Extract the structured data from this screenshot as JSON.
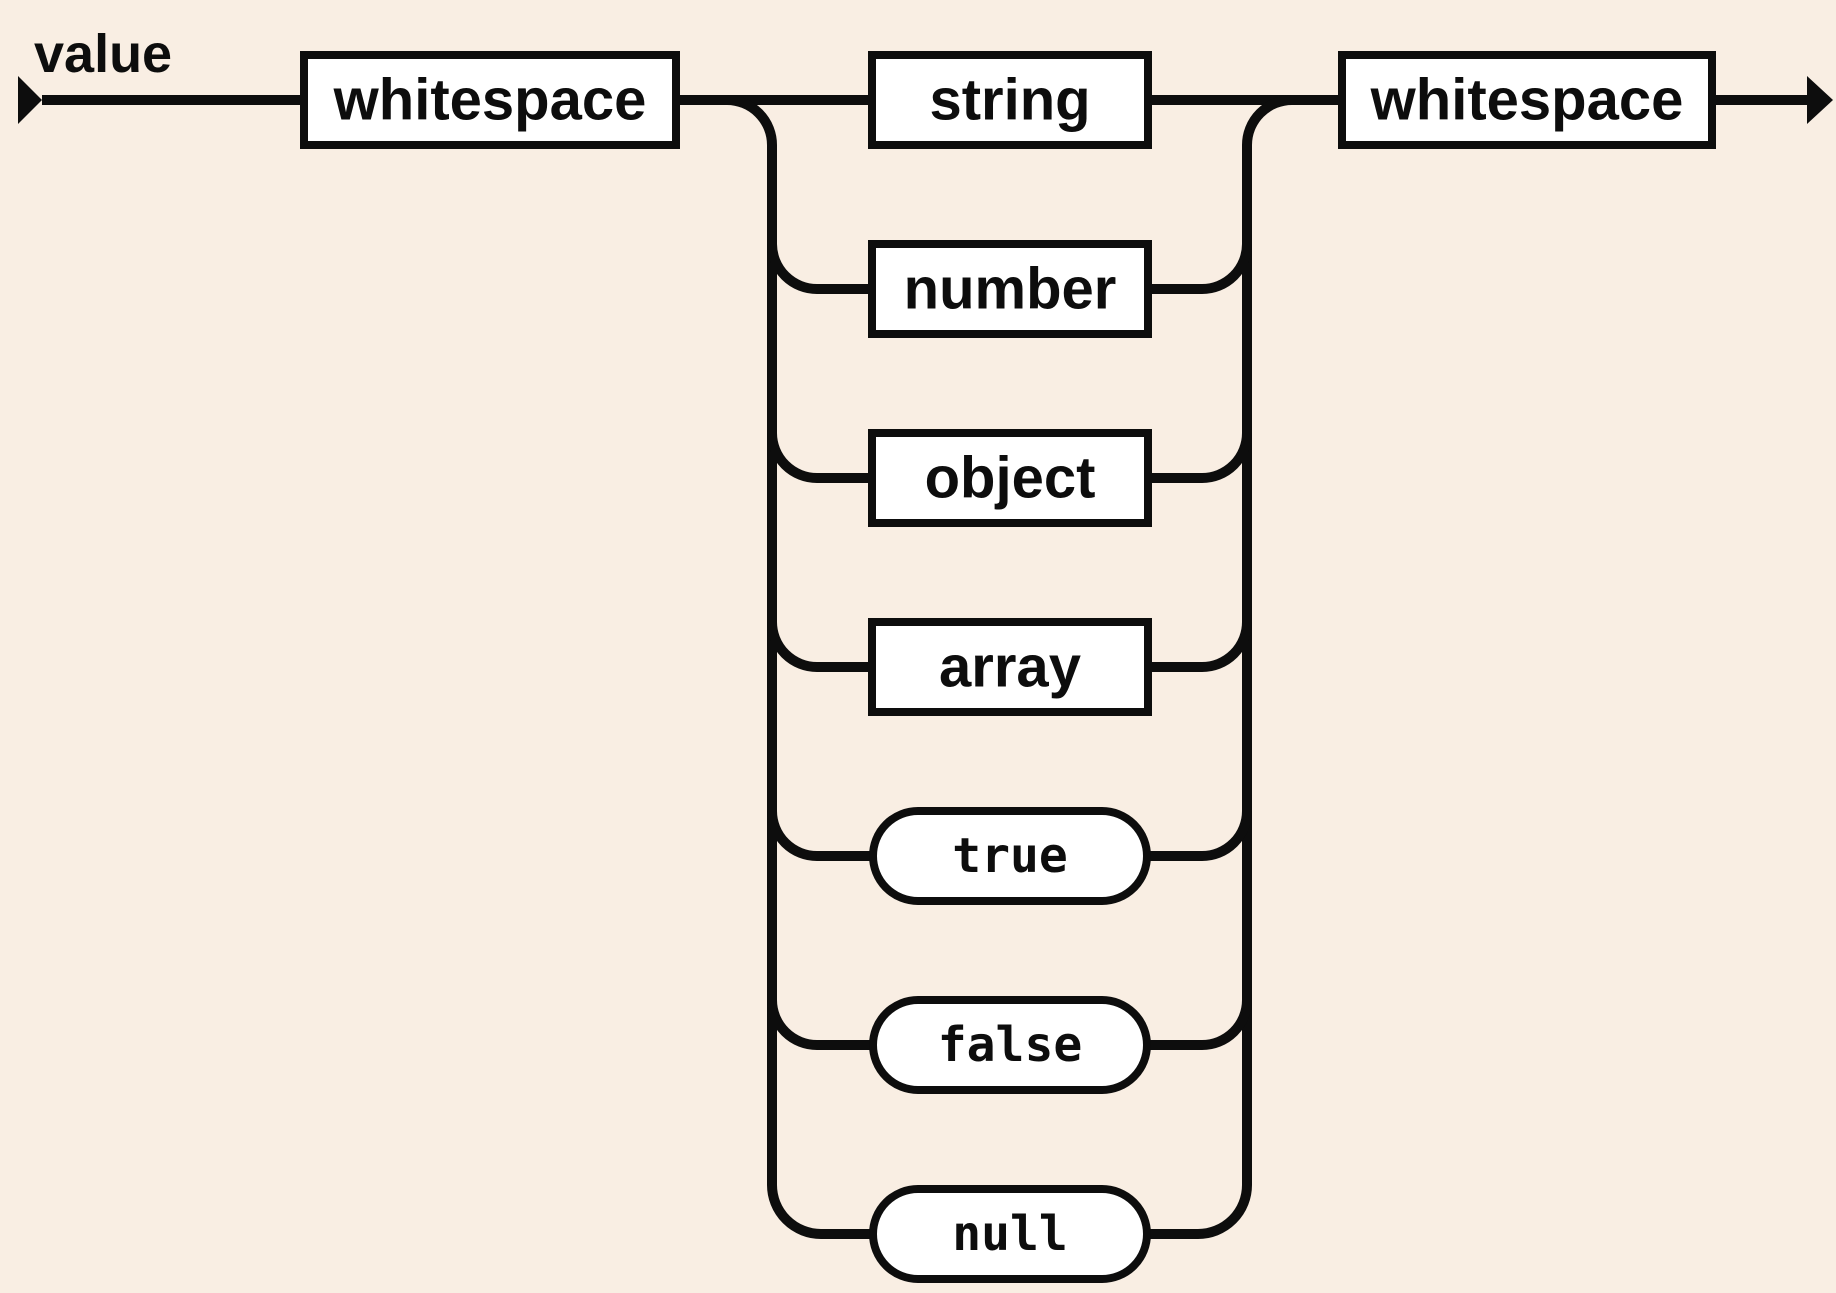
{
  "diagram": {
    "kind": "railroad-syntax-diagram",
    "rule_name": "value",
    "start_node": {
      "label": "value"
    },
    "sequence_before": {
      "label": "whitespace",
      "shape": "rect"
    },
    "alternatives": [
      {
        "label": "string",
        "shape": "rect"
      },
      {
        "label": "number",
        "shape": "rect"
      },
      {
        "label": "object",
        "shape": "rect"
      },
      {
        "label": "array",
        "shape": "rect"
      },
      {
        "label": "true",
        "shape": "pill"
      },
      {
        "label": "false",
        "shape": "pill"
      },
      {
        "label": "null",
        "shape": "pill"
      }
    ],
    "sequence_after": {
      "label": "whitespace",
      "shape": "rect"
    },
    "icons": {
      "start": "right-filled-triangle",
      "end": "right-filled-triangle"
    },
    "colors": {
      "background": "#f9eee3",
      "line": "#0d0d0d",
      "node_fill": "#ffffff"
    }
  }
}
